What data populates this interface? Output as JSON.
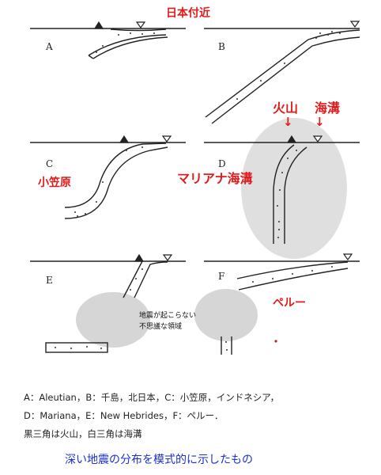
{
  "header": {
    "title": "日本付近"
  },
  "panels": {
    "A": "A",
    "B": "B",
    "C": "C",
    "D": "D",
    "E": "E",
    "F": "F"
  },
  "annotations": {
    "ogasawara": "小笠原",
    "volcano": "火山",
    "trench": "海溝",
    "mariana": "マリアナ海溝",
    "peru": "ペルー",
    "nodeep_line1": "地震が起こらない",
    "nodeep_line2": "不思議な領域",
    "arrow_volcano": "↓",
    "arrow_trench": "↓"
  },
  "legend": {
    "line1": "A：Aleutian，B：千島，北日本，C：小笠原，インドネシア，",
    "line2": "D：Mariana，E：New Hebrides，F：ペルー．",
    "line3": "黒三角は火山，白三角は海溝"
  },
  "caption": "深い地震の分布を模式的に示したもの",
  "colors": {
    "red": "#e21b1b",
    "blue": "#1a2fd6",
    "ink": "#222222",
    "highlight": "#d9d9d9"
  }
}
